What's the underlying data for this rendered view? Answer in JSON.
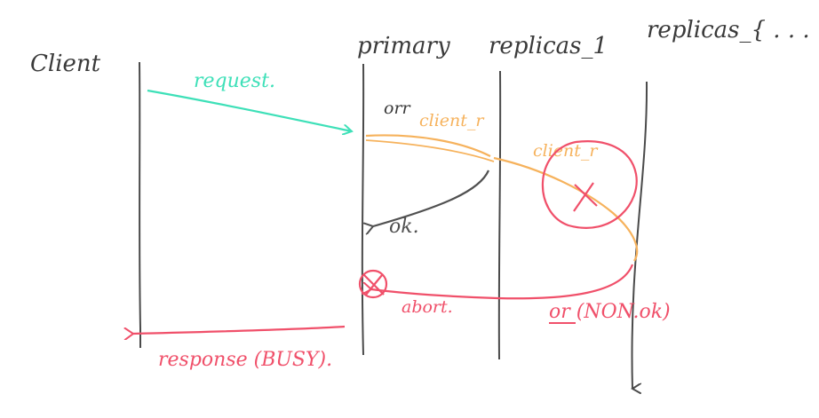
{
  "participants": {
    "client": "Client",
    "primary": "primary",
    "replica_1": "replicas_1",
    "replica_n": "replicas_{ . . ."
  },
  "messages": {
    "request": "request.",
    "client_r_primary": "client_r",
    "client_r_overwritten": "orr",
    "ok": "ok.",
    "client_r_replica": "client_r",
    "abort": "abort.",
    "or_non_ok": "or (NON.ok)",
    "response": "response (BUSY)."
  },
  "colors": {
    "lifeline": "#4a4a4a",
    "request": "#3ee0b8",
    "replication": "#f6b25c",
    "ack": "#505050",
    "failure": "#f0506a"
  }
}
